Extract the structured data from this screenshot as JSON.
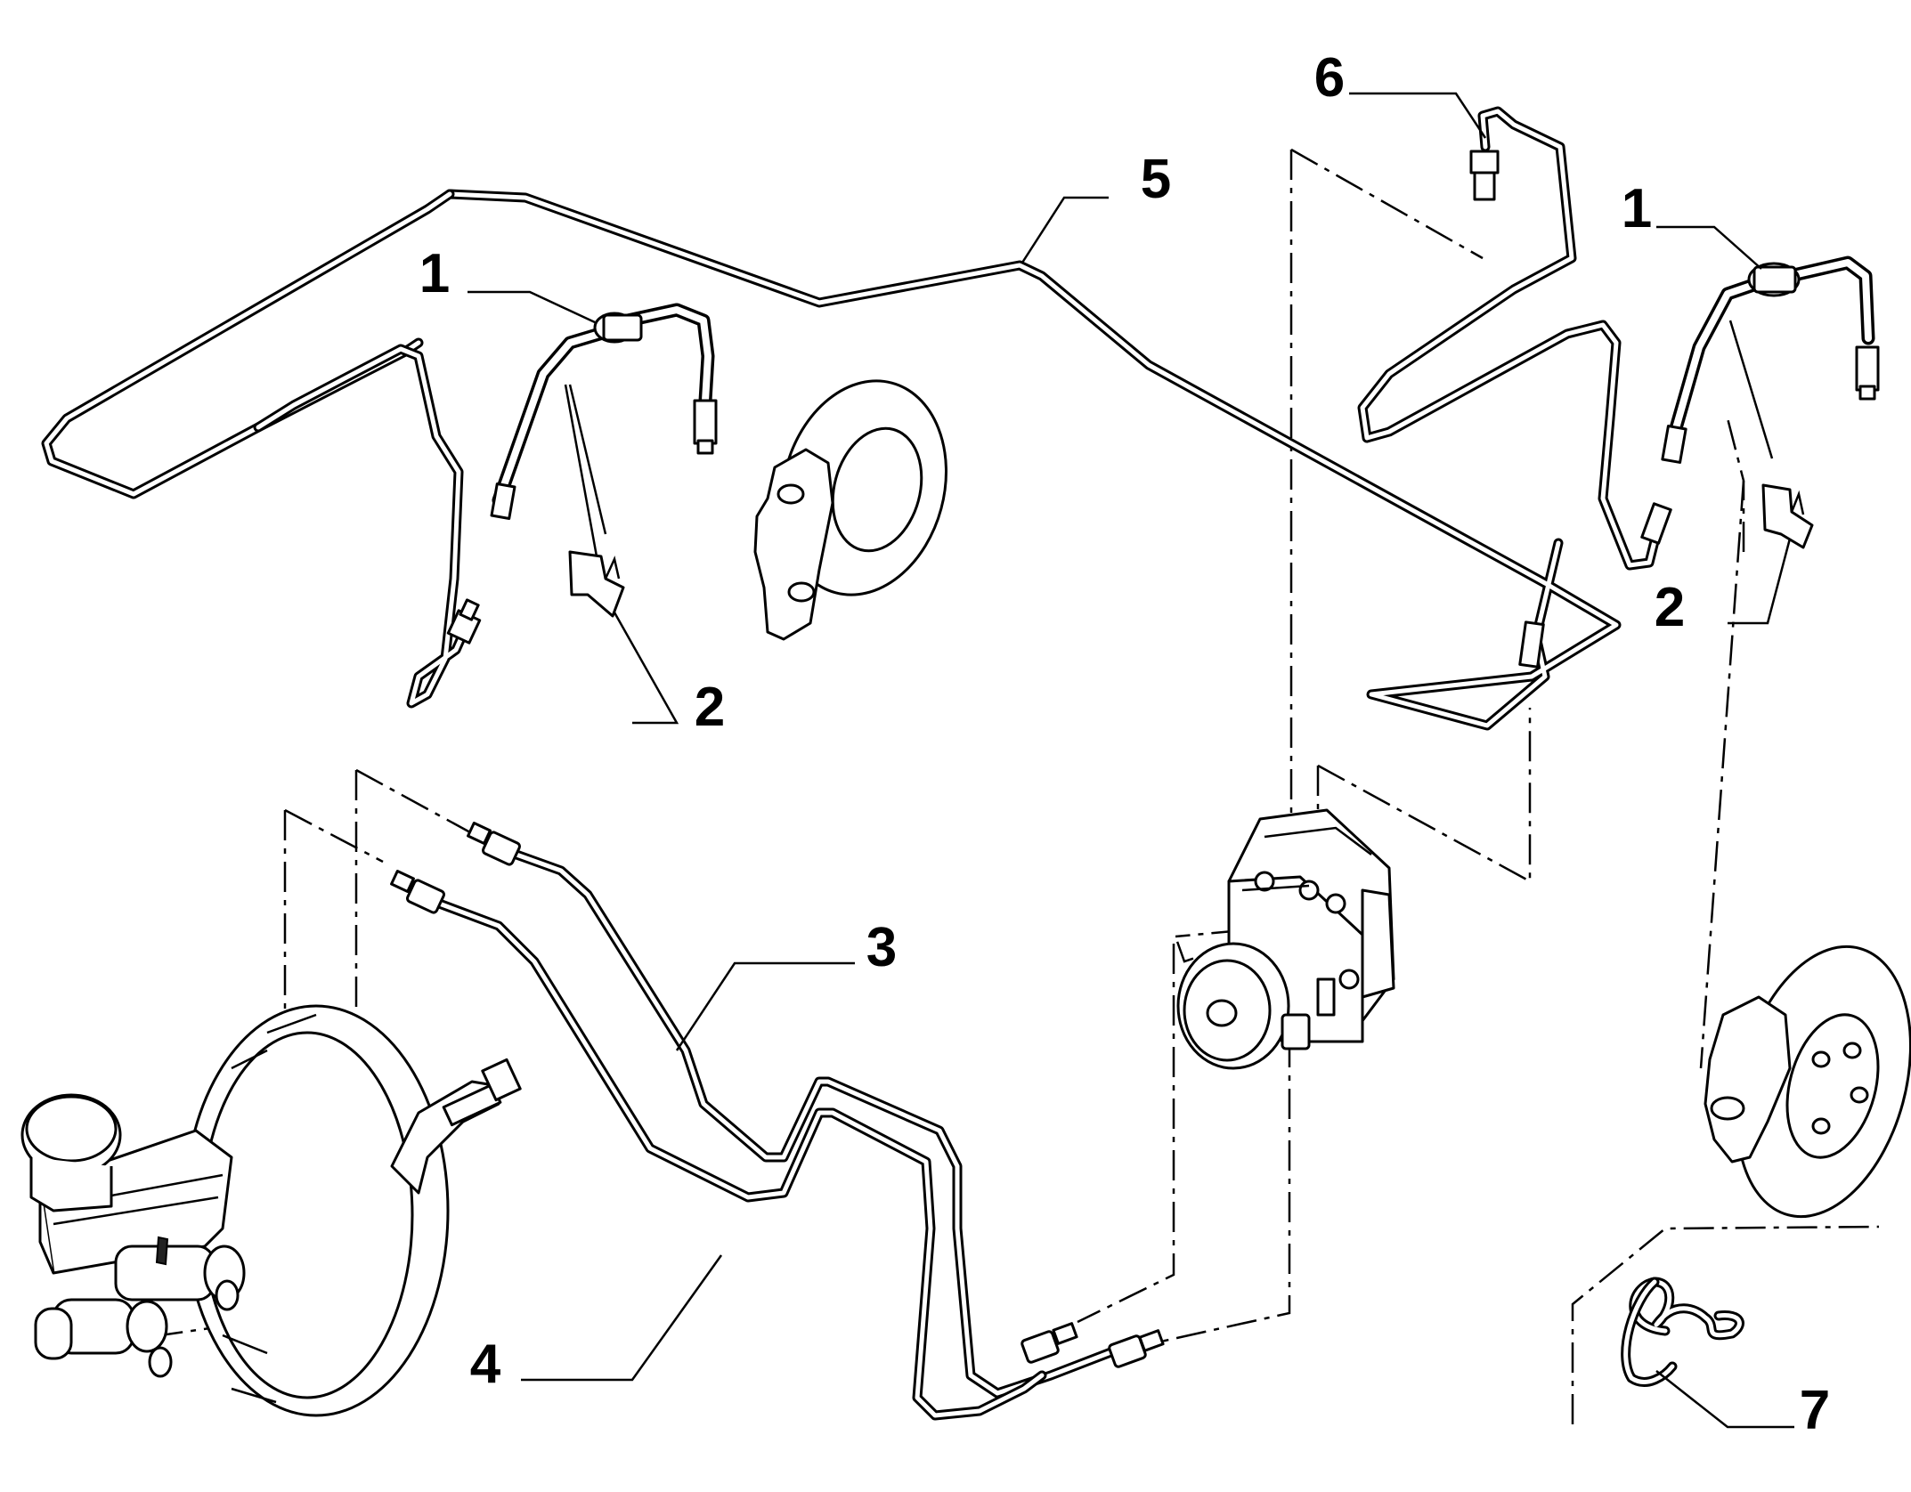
{
  "callouts": [
    {
      "id": "callout-1-left",
      "text": "1"
    },
    {
      "id": "callout-1-right",
      "text": "1"
    },
    {
      "id": "callout-2-left",
      "text": "2"
    },
    {
      "id": "callout-2-right",
      "text": "2"
    },
    {
      "id": "callout-3",
      "text": "3"
    },
    {
      "id": "callout-4",
      "text": "4"
    },
    {
      "id": "callout-5",
      "text": "5"
    },
    {
      "id": "callout-6",
      "text": "6"
    },
    {
      "id": "callout-7",
      "text": "7"
    }
  ]
}
